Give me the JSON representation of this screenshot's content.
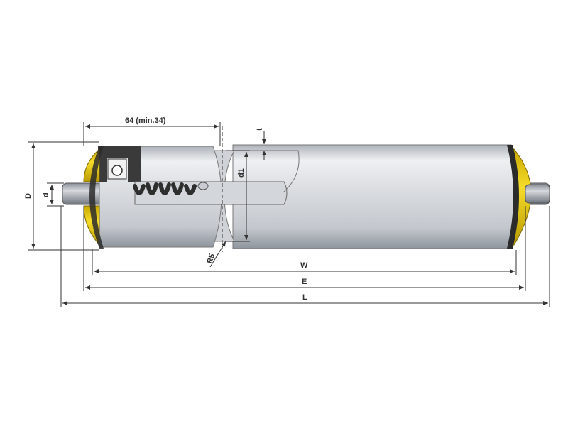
{
  "colors": {
    "tube_light": "#e4e6ea",
    "tube_mid": "#c8ccd2",
    "tube_dark": "#9aa0a8",
    "end_cap": "#f2d21a",
    "gasket": "#2b2b2b",
    "spring": "#2e2e2e",
    "dimension_line": "#333333"
  },
  "dimensions": {
    "groove_offset": "64 (min.34)",
    "wall_thickness": "t",
    "groove_diameter": "d1",
    "tube_diameter": "D",
    "shaft_diameter": "d",
    "groove_radius": "R5",
    "tube_length": "W",
    "between_frames": "E",
    "overall_length": "L"
  }
}
